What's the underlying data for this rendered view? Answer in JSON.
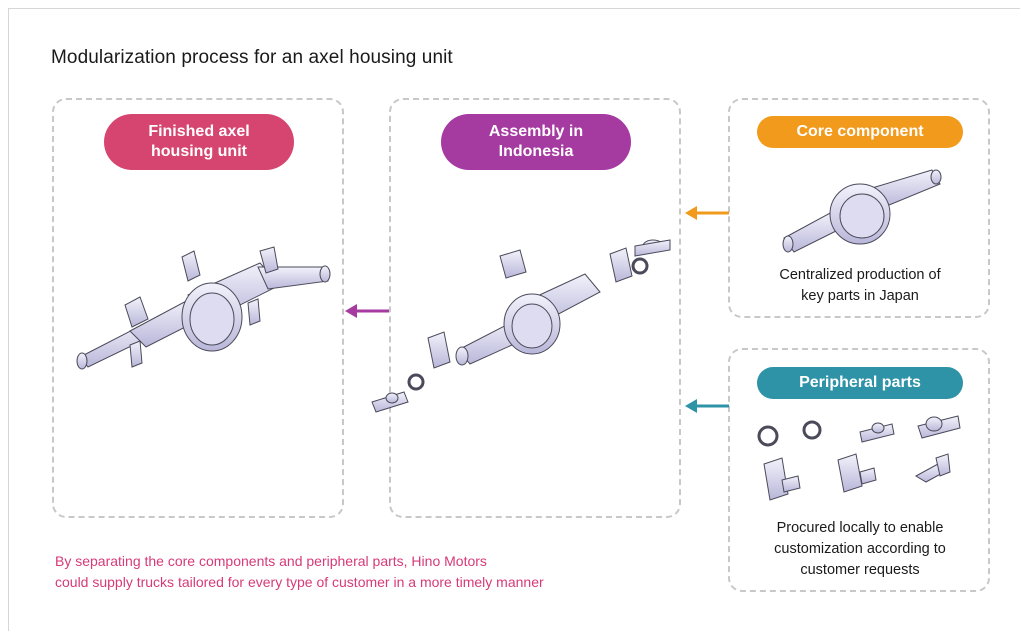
{
  "title": "Modularization process for an axel housing unit",
  "panels": {
    "finished": {
      "label_line1": "Finished axel",
      "label_line2": "housing unit"
    },
    "assembly": {
      "label_line1": "Assembly in",
      "label_line2": "Indonesia"
    },
    "core": {
      "label": "Core component",
      "caption_line1": "Centralized production of",
      "caption_line2": "key parts in Japan"
    },
    "peripheral": {
      "label": "Peripheral parts",
      "caption_line1": "Procured locally to enable",
      "caption_line2": "customization according to",
      "caption_line3": "customer requests"
    }
  },
  "note": {
    "line1": "By separating the core components and peripheral parts, Hino Motors",
    "line2": "could supply trucks tailored for every type of customer in a more timely manner"
  },
  "colors": {
    "finished_pill": "#d6456f",
    "assembly_pill": "#a53aa0",
    "core_pill": "#f29a1b",
    "peripheral_pill": "#2f93a8",
    "note_text": "#d63a78",
    "arrow_core": "#f29a1b",
    "arrow_peripheral": "#2f93a8",
    "arrow_assembly": "#a53aa0"
  },
  "icons": [
    "axle-housing-icon",
    "hub-flange-icon",
    "lock-ring-icon",
    "bracket-icon",
    "arrow-left-icon"
  ]
}
